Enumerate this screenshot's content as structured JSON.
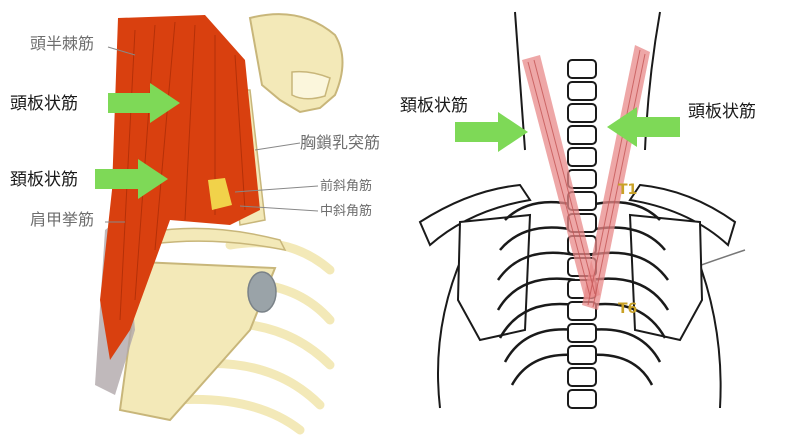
{
  "colors": {
    "muscle": "#d9400f",
    "muscle_dark": "#a52a06",
    "bone": "#f3e9b8",
    "bone_line": "#c8b67a",
    "arrow": "#7ed957",
    "pink_muscle": "#e88a8a",
    "vertebra_label": "#c9a227"
  },
  "left_panel": {
    "labels": {
      "semispinalis_capitis": "頭半棘筋",
      "splenius_capitis": "頭板状筋",
      "sternocleidomastoid": "胸鎖乳突筋",
      "splenius_cervicis": "頚板状筋",
      "anterior_scalene": "前斜角筋",
      "middle_scalene": "中斜角筋",
      "levator_scapulae": "肩甲挙筋"
    }
  },
  "right_panel": {
    "labels": {
      "splenius_cervicis": "頚板状筋",
      "splenius_capitis": "頭板状筋",
      "t1": "T1",
      "t6": "T6"
    }
  }
}
